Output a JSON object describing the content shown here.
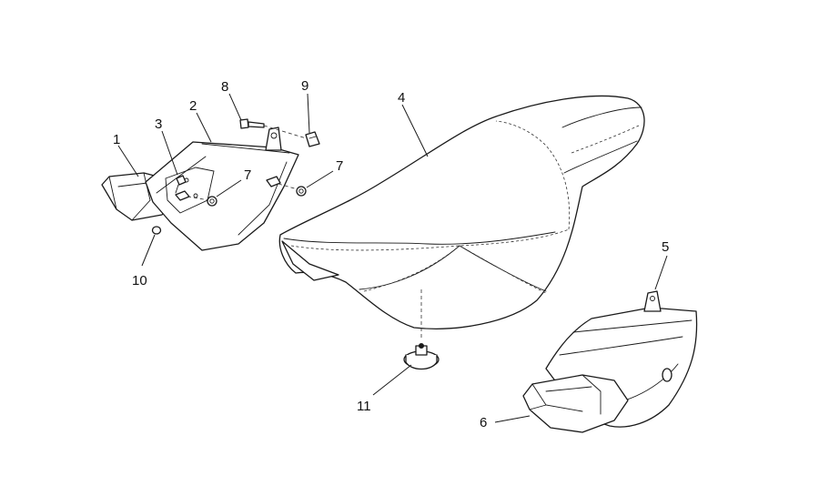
{
  "callouts": [
    {
      "id": "1",
      "label": "1"
    },
    {
      "id": "2",
      "label": "2"
    },
    {
      "id": "3",
      "label": "3"
    },
    {
      "id": "4",
      "label": "4"
    },
    {
      "id": "5",
      "label": "5"
    },
    {
      "id": "6",
      "label": "6"
    },
    {
      "id": "7a",
      "label": "7"
    },
    {
      "id": "7b",
      "label": "7"
    },
    {
      "id": "8",
      "label": "8"
    },
    {
      "id": "9",
      "label": "9"
    },
    {
      "id": "10",
      "label": "10"
    },
    {
      "id": "11",
      "label": "11"
    }
  ],
  "colors": {
    "line": "#1a1a1a",
    "background": "#ffffff"
  }
}
